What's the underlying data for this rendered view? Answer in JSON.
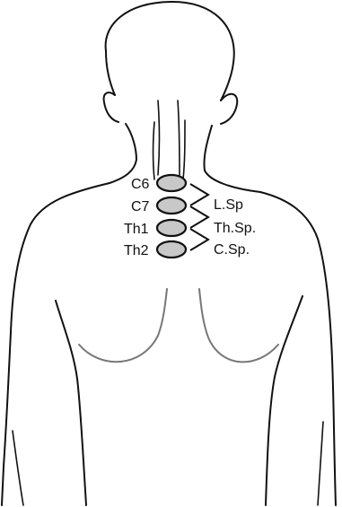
{
  "figure": {
    "vertebrae": [
      {
        "label": "C6"
      },
      {
        "label": "C7"
      },
      {
        "label": "Th1"
      },
      {
        "label": "Th2"
      }
    ],
    "points": [
      {
        "label": "L.Sp"
      },
      {
        "label": "Th.Sp."
      },
      {
        "label": "C.Sp."
      }
    ],
    "colors": {
      "vertebra_fill": "#c8c8c8",
      "outline": "#111111",
      "chest_line": "#777777"
    }
  }
}
